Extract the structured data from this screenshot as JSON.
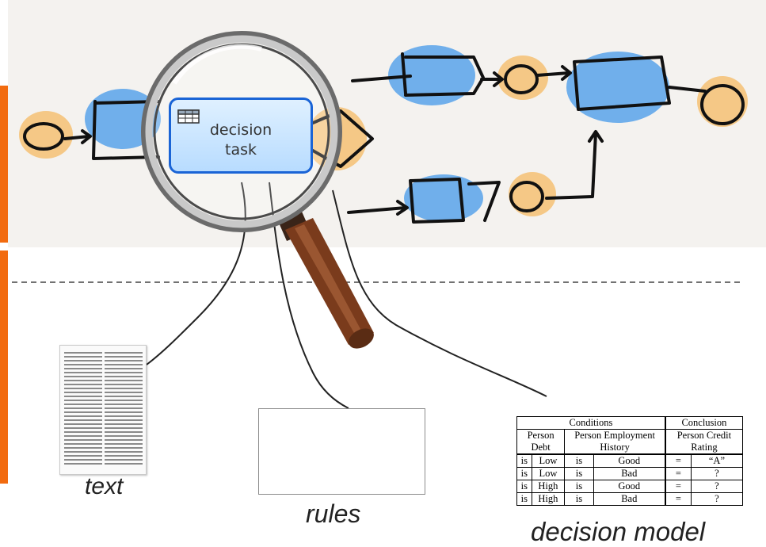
{
  "decision_task": {
    "line1": "decision",
    "line2": "task"
  },
  "captions": {
    "text": "text",
    "rules": "rules",
    "decision_model": "decision model"
  },
  "decision_table": {
    "group_conditions": "Conditions",
    "group_conclusion": "Conclusion",
    "col_person_debt": "Person Debt",
    "col_employment": "Person Employment History",
    "col_credit": "Person Credit Rating",
    "rows": [
      [
        "is",
        "Low",
        "is",
        "Good",
        "=",
        "“A”"
      ],
      [
        "is",
        "Low",
        "is",
        "Bad",
        "=",
        "?"
      ],
      [
        "is",
        "High",
        "is",
        "Good",
        "=",
        "?"
      ],
      [
        "is",
        "High",
        "is",
        "Bad",
        "=",
        "?"
      ]
    ]
  },
  "colors": {
    "accent_orange": "#f26b0f",
    "task_blue": "#2f8ee8",
    "event_orange": "#f5b04a",
    "magnifier_handle": "#7a3b1c"
  }
}
